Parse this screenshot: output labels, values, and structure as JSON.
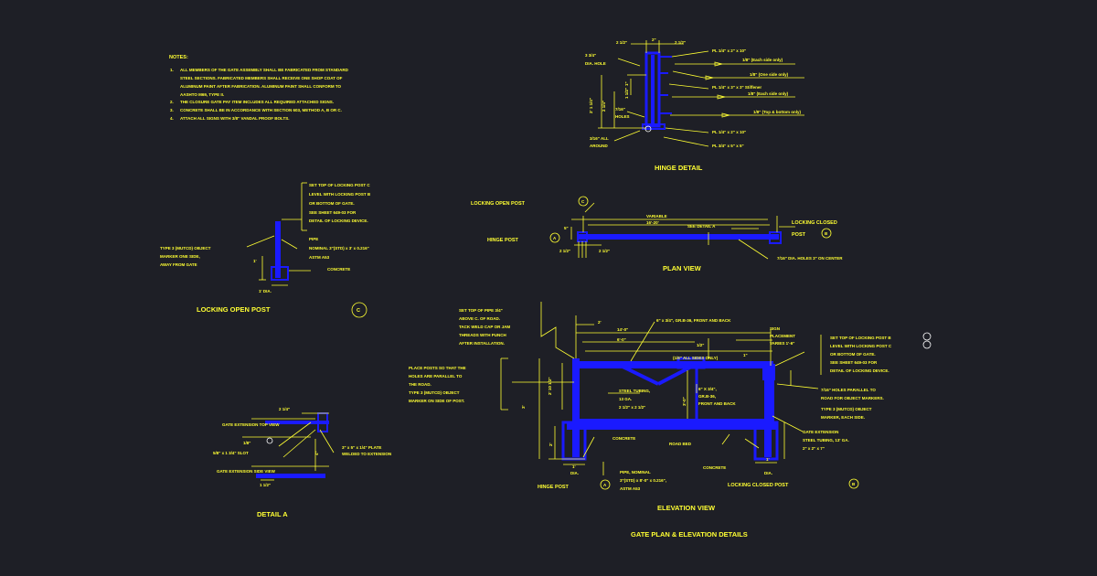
{
  "notes": {
    "heading": "NOTES:",
    "items": [
      {
        "num": "1.",
        "lines": [
          "ALL MEMBERS OF THE GATE ASSEMBLY SHALL BE FABRICATED FROM STANDARD",
          "STEEL SECTIONS. FABRICATED MEMBERS SHALL RECEIVE ONE SHOP COAT OF",
          "ALUMINUM PAINT AFTER FABRICATION. ALUMINUM PAINT SHALL CONFORM TO",
          "AASHTO M69, TYPE II."
        ]
      },
      {
        "num": "2.",
        "lines": [
          "THE CLOSURE GATE PAY ITEM INCLUDES ALL REQUIRED ATTACHED SIGNS."
        ]
      },
      {
        "num": "3.",
        "lines": [
          "CONCRETE SHALL BE IN ACCORDANCE WITH SECTION 603, METHOD A, B OR C."
        ]
      },
      {
        "num": "4.",
        "lines": [
          "ATTACH ALL SIGNS WITH 3/8\" VANDAL PROOF BOLTS."
        ]
      }
    ]
  },
  "hinge_detail": {
    "title": "HINGE DETAIL",
    "labels": [
      "2 1/2\"",
      "2\"",
      "2 1/2\"",
      "3 3/4\"",
      "DIA. HOLE",
      "2' 1 1/4\"",
      "2 1/4\"",
      "1\"",
      "1 1/2\"",
      "7/16\"",
      "HOLES",
      "3/16\" ALL",
      "AROUND",
      "PL 1/4\" x 2\" x 10\"",
      "1/8\" (Each side only)",
      "1/8\" (One side only)",
      "PL 1/4\" x 3\" x 3\" Stiffener",
      "1/8\" (Each side only)",
      "1/8\" (Top & bottom only)",
      "PL 1/4\" x 2\" x 10\"",
      "PL 3/4\" x 5\" x 5\""
    ]
  },
  "plan_view": {
    "title": "PLAN VIEW",
    "locking_open_post": "LOCKING OPEN POST",
    "hinge_post": "HINGE POST",
    "locking_closed_post": [
      "LOCKING CLOSED",
      "POST"
    ],
    "labels": [
      "VARIABLE",
      "16'-20'",
      "SEE DETAIL A",
      "5\"",
      "2 1/2\"",
      "2 1/2\"",
      "7/16\" DIA. HOLES 3\" ON CENTER"
    ],
    "markers": [
      "A",
      "B",
      "C"
    ]
  },
  "locking_open_post": {
    "title": "LOCKING OPEN POST",
    "marker": "C",
    "top_note": [
      "SET TOP OF LOCKING POST C",
      "LEVEL WITH LOCKING POST B",
      "OR BOTTOM OF GATE.",
      "SEE SHEET 649-03 FOR",
      "DETAIL OF LOCKING DEVICE."
    ],
    "pipe_note": [
      "PIPE",
      "NOMINAL 3\"(STD) x 3' x 0.216\"",
      "ASTM A53"
    ],
    "concrete": "CONCRETE",
    "left_note": [
      "TYPE 3 (MUTCD) OBJECT",
      "MARKER ONE SIDE,",
      "AWAY FROM GATE"
    ],
    "dims": [
      "1'",
      "1' DIA."
    ]
  },
  "detail_a": {
    "title": "DETAIL A",
    "labels": [
      "2 1/4\"",
      "GATE EXTENSION TOP VIEW",
      "1/8\"",
      "5/8\" x 1 3/4\" SLOT",
      "3\" x 5\" x 1/4\" PLATE",
      "WELDED TO EXTENSION",
      "GATE EXTENSION SIDE VIEW",
      "1 1/2\"",
      "4\""
    ]
  },
  "elevation_view": {
    "title": "ELEVATION VIEW",
    "drawing_title": "GATE PLAN & ELEVATION DETAILS",
    "hinge_post": "HINGE POST",
    "locking_closed_post": "LOCKING CLOSED POST",
    "markers": [
      "A",
      "B"
    ],
    "pipe_top_note": [
      "SET TOP OF PIPE 3/4\"",
      "ABOVE C. OF ROAD.",
      "TACK WELD CAP OR JAM",
      "THREADS WITH PUNCH",
      "AFTER INSTALLATION."
    ],
    "place_posts_note": [
      "PLACE POSTS SO THAT THE",
      "HOLES ARE PARALLEL TO",
      "THE ROAD.",
      "TYPE 3 (MUTCD) OBJECT",
      "MARKER ON SIDE OF POST."
    ],
    "right_top_note": [
      "SET TOP OF LOCKING POST B",
      "LEVEL WITH LOCKING POST C",
      "OR BOTTOM OF GATE.",
      "SEE SHEET 649-03 FOR",
      "DETAIL OF LOCKING DEVICE."
    ],
    "right_mid_note": [
      "7/16\" HOLES PARALLEL TO",
      "ROAD FOR OBJECT MARKERS.",
      "TYPE 3 (MUTCD) OBJECT",
      "MARKER, EACH SIDE."
    ],
    "gate_ext_note": [
      "GATE EXTENSION",
      "STEEL TUBING, 13' GA.",
      "2\" x 2\" x 7\""
    ],
    "sign_note": [
      "SIGN",
      "PLACEMENT",
      "VARIES 1'-6\""
    ],
    "steel_tubing": [
      "STEEL TUBING,",
      "13 GA.",
      "2 1/2\" x 2 1/2\""
    ],
    "plate_note": [
      "6\" X 3/4\",",
      "GR.B-36,",
      "FRONT AND BACK"
    ],
    "top_plate": "6\" x 3/4\", GR.B-36, FRONT AND BACK",
    "weld": "(1/8\" ALL SIDES ONLY)",
    "pipe_bottom": [
      "PIPE, NOMINAL",
      "3\"(STD) x 8'-0\" x 0.216\",",
      "ASTM A53"
    ],
    "concrete": "CONCRETE",
    "road_bed": "ROAD BED",
    "dims": [
      "2'",
      "14'-0\"",
      "6'-0\"",
      "1/2\"",
      "1\"",
      "3'",
      "2' 10 1/2\"",
      "3'-0\"",
      "2'",
      "1'",
      "DIA.",
      "1'",
      "DIA."
    ],
    "side_marker": "8"
  }
}
